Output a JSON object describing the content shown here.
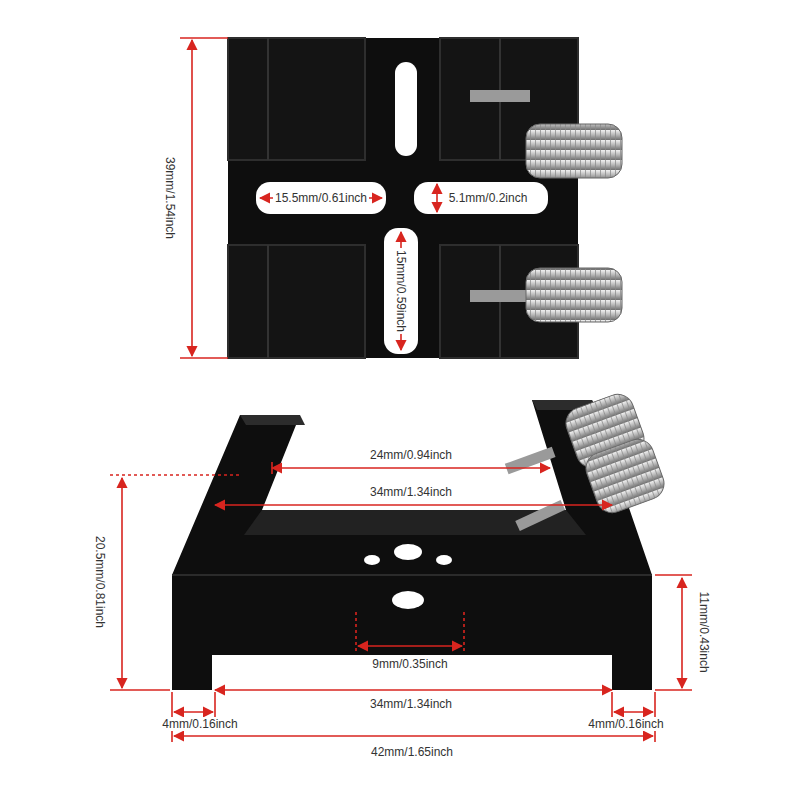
{
  "diagram": {
    "labels": [
      "39mm/1.54inch",
      "15.5mm/0.61inch",
      "5.1mm/0.2inch",
      "15mm/0.59inch",
      "24mm/0.94inch",
      "34mm/1.34inch",
      "20.5mm/0.81inch",
      "11mm/0.43inch",
      "9mm/0.35inch",
      "34mm/1.34inch",
      "4mm/0.16inch",
      "4mm/0.16inch",
      "42mm/1.65inch"
    ]
  }
}
